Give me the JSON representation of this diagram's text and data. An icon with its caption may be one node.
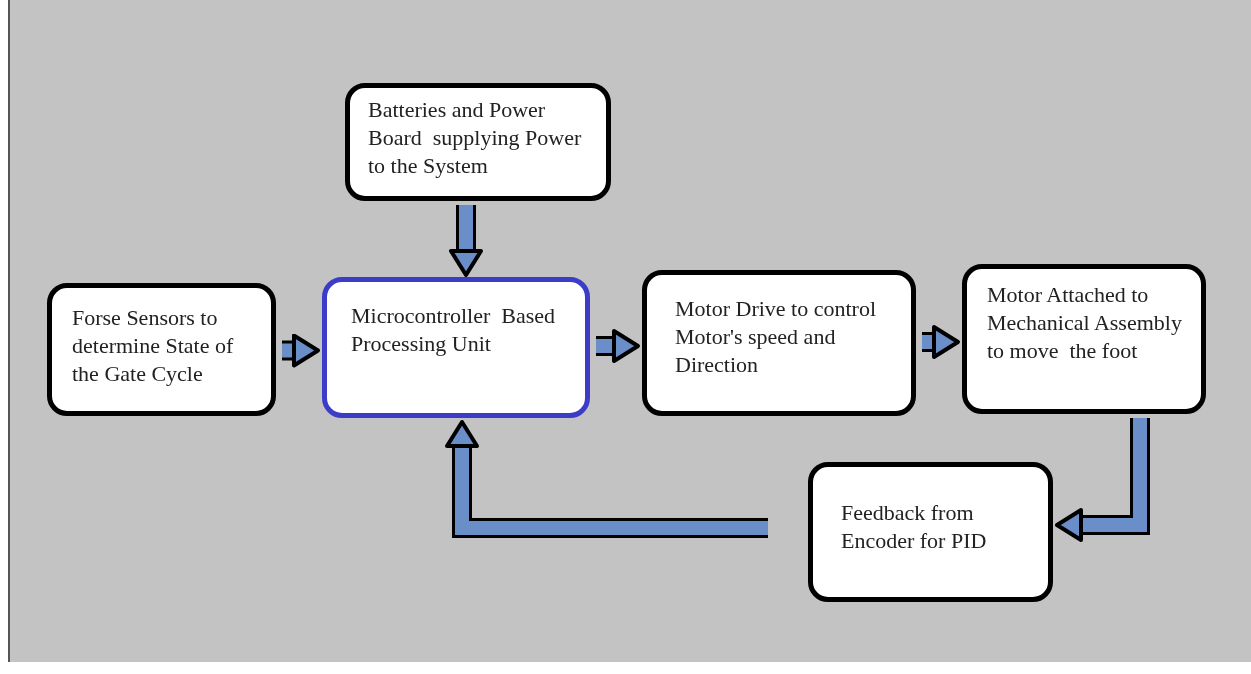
{
  "diagram": {
    "nodes": [
      {
        "text": [
          "Batteries and Power Board  supplying Power to the System"
        ]
      },
      {
        "text": [
          "Forse Sensors to determine State of the Gate Cycle"
        ]
      },
      {
        "text": [
          "Microcontroller  Based Processing Unit"
        ]
      },
      {
        "text": [
          "Motor Drive to control Motor's speed and Direction"
        ]
      },
      {
        "text": [
          "Motor Attached to Mechanical Assembly to move  the foot"
        ]
      },
      {
        "text": [
          "Feedback from Encoder for PID"
        ]
      }
    ],
    "edges": [
      {
        "from": 0,
        "to": 2,
        "arrow": "to"
      },
      {
        "from": 1,
        "to": 2,
        "arrow": "to"
      },
      {
        "from": 2,
        "to": 3,
        "arrow": "to"
      },
      {
        "from": 3,
        "to": 4,
        "arrow": "to"
      },
      {
        "from": 4,
        "to": 5,
        "arrow": "to"
      },
      {
        "from": 5,
        "to": 2,
        "arrow": "to"
      }
    ]
  }
}
